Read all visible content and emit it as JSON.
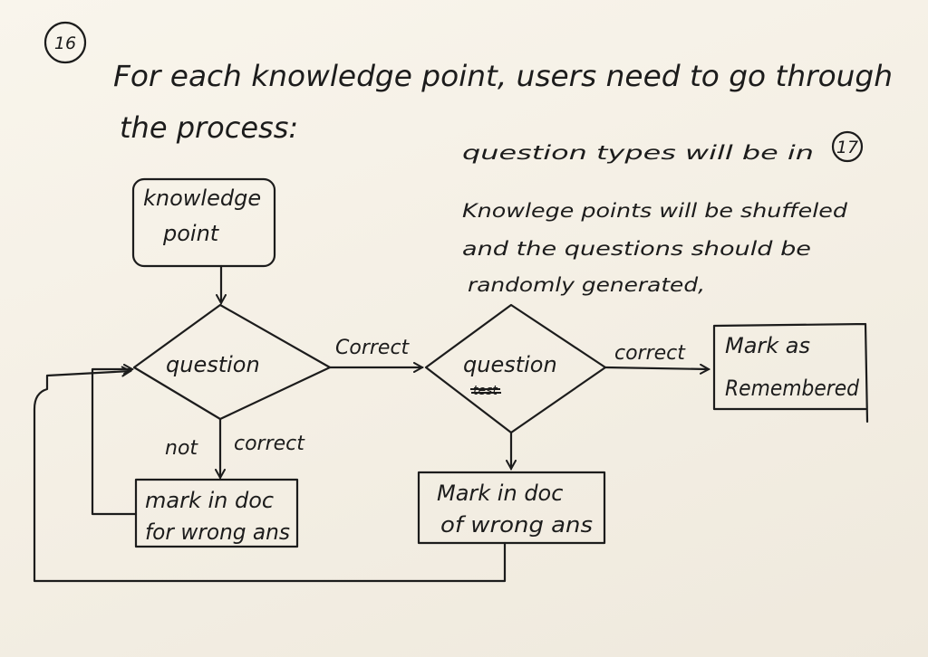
{
  "page": {
    "number": "16",
    "heading_line1": "For each knowledge point, users need to go through",
    "heading_line2": "the process:"
  },
  "notes": {
    "line1": "question types will be in",
    "line1_ref": "17",
    "line2": "Knowlege points will be shuffeled",
    "line3": "and the questions should be",
    "line4": "randomly generated,"
  },
  "nodes": {
    "knowledge_point_line1": "knowledge",
    "knowledge_point_line2": "point",
    "question_1": "question",
    "question_2": "question",
    "question_2_struck": "test",
    "mark_wrong_1_line1": "mark in doc",
    "mark_wrong_1_line2": "for wrong ans",
    "mark_wrong_2_line1": "Mark in doc",
    "mark_wrong_2_line2": "of  wrong ans",
    "remembered_line1": "Mark as",
    "remembered_line2": "Remembered"
  },
  "edges": {
    "q1_to_q2": "Correct",
    "q2_to_remembered": "correct",
    "q1_not_prefix": "not",
    "q1_not_suffix": "correct"
  }
}
